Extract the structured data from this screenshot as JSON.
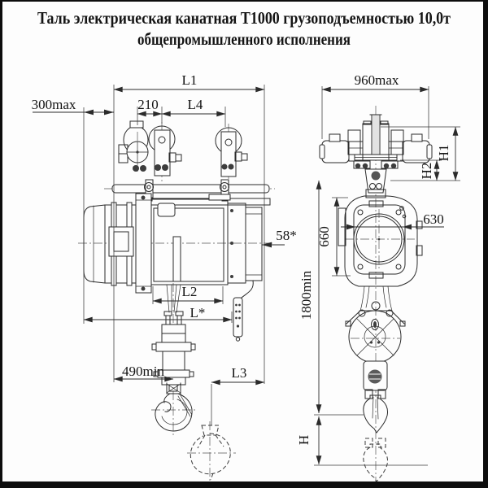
{
  "title": {
    "line1": "Таль электрическая канатная Т1000 грузоподъемностью 10,0т",
    "line2": "общепромышленного исполнения"
  },
  "drawing": {
    "type": "technical-drawing",
    "subject": "electric wire rope hoist T1000, 10.0 t, two orthographic views",
    "colors": {
      "line": "#2b2b2b",
      "background": "#fdfdfd",
      "frame": "#0d0d0d"
    },
    "dim_labels": {
      "L1": "L1",
      "max300": "300max",
      "n210": "210",
      "L4": "L4",
      "max960": "960max",
      "H1": "H1",
      "H2": "H2",
      "n58": "58*",
      "L2": "L2",
      "Lstar": "L*",
      "n630": "630",
      "n660": "660",
      "min1800": "1800min",
      "min490": "490min",
      "L3": "L3",
      "H": "H"
    }
  }
}
